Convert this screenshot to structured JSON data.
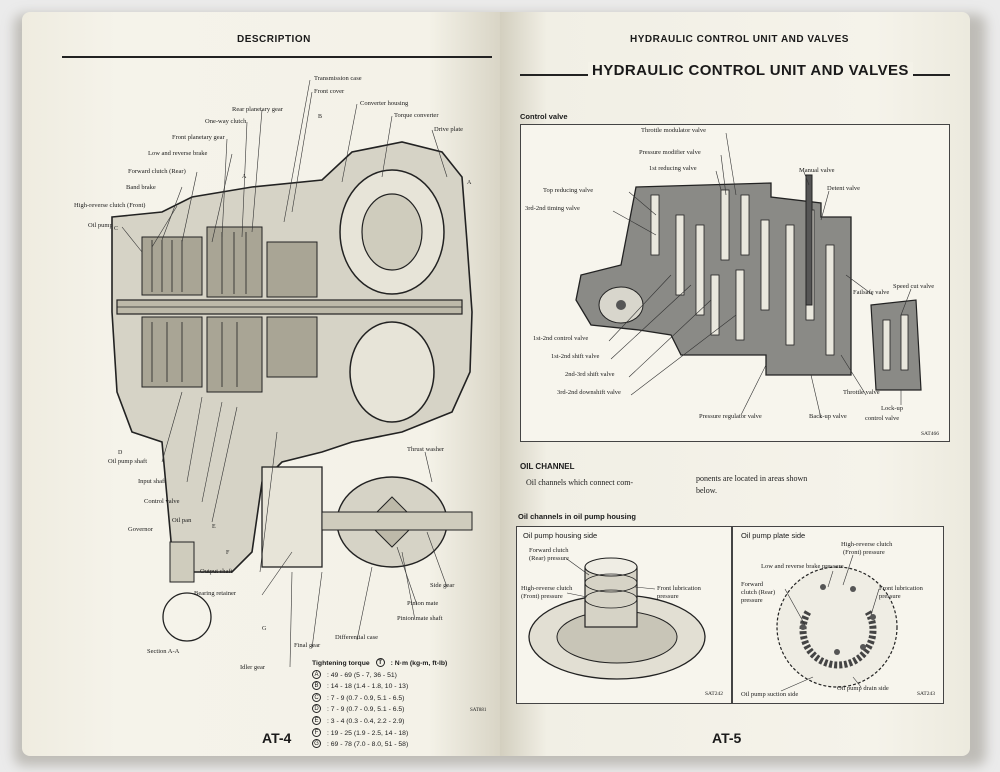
{
  "left_page": {
    "header": "DESCRIPTION",
    "page_number": "AT-4",
    "figure_code": "SAT881",
    "labels": {
      "transmission_case": "Transmission case",
      "front_cover": "Front cover",
      "converter_housing": "Converter housing",
      "torque_converter": "Torque converter",
      "drive_plate": "Drive plate",
      "rear_planetary_gear": "Rear planetary gear",
      "one_way_clutch": "One-way clutch",
      "front_planetary_gear": "Front planetary gear",
      "low_reverse_brake": "Low and reverse brake",
      "forward_clutch_rear": "Forward clutch (Rear)",
      "band_brake": "Band brake",
      "high_reverse_clutch_front": "High-reverse clutch (Front)",
      "oil_pump": "Oil pump",
      "oil_pump_shaft": "Oil pump shaft",
      "input_shaft": "Input shaft",
      "control_valve": "Control valve",
      "oil_pan": "Oil pan",
      "governor": "Governor",
      "output_shaft": "Output shaft",
      "bearing_retainer": "Bearing retainer",
      "section_aa": "Section A-A",
      "idler_gear": "Idler gear",
      "final_gear": "Final gear",
      "differential_case": "Differential case",
      "pinion_mate_shaft": "Pinion mate shaft",
      "pinion_mate": "Pinion mate",
      "side_gear": "Side gear",
      "thrust_washer": "Thrust washer"
    },
    "callouts": [
      "A",
      "B",
      "C",
      "D",
      "E",
      "F",
      "G",
      "A"
    ],
    "torque": {
      "heading": "Tightening torque",
      "unit_symbol": "T",
      "unit": ": N·m (kg-m, ft-lb)",
      "rows": [
        {
          "key": "A",
          "value": ":   49 - 69 (5 - 7, 36 - 51)"
        },
        {
          "key": "B",
          "value": ":   14 - 18 (1.4 - 1.8, 10 - 13)"
        },
        {
          "key": "C",
          "value": ":   7 - 9 (0.7 - 0.9, 5.1 - 6.5)"
        },
        {
          "key": "D",
          "value": ":   7 - 9 (0.7 - 0.9, 5.1 - 6.5)"
        },
        {
          "key": "E",
          "value": ":   3 - 4 (0.3 - 0.4, 2.2 - 2.9)"
        },
        {
          "key": "F",
          "value": ":   19 - 25 (1.9 - 2.5, 14 - 18)"
        },
        {
          "key": "G",
          "value": ":   69 - 78 (7.0 - 8.0, 51 - 58)"
        }
      ]
    }
  },
  "right_page": {
    "header": "HYDRAULIC CONTROL UNIT AND VALVES",
    "title": "HYDRAULIC CONTROL UNIT AND VALVES",
    "page_number": "AT-5",
    "control_valve_section": "Control valve",
    "valve_labels": {
      "throttle_modulator": "Throttle modulator valve",
      "pressure_modifier": "Pressure modifier valve",
      "first_reducing": "1st reducing valve",
      "manual": "Manual valve",
      "detent": "Detent valve",
      "top_reducing": "Top reducing valve",
      "timing_3_2": "3rd-2nd timing valve",
      "speed_cut": "Speed cut valve",
      "failsafe": "Failsafe valve",
      "control_1_2": "1st-2nd control valve",
      "shift_1_2": "1st-2nd shift valve",
      "shift_2_3": "2nd-3rd shift valve",
      "downshift_3_2": "3rd-2nd downshift valve",
      "throttle": "Throttle valve",
      "pressure_regulator": "Pressure regulator valve",
      "back_up": "Back-up valve",
      "lock_up_1": "Lock-up",
      "lock_up_2": "control valve"
    },
    "fig1_code": "SAT466",
    "oil_channel_heading": "OIL CHANNEL",
    "oil_channel_text_1": "Oil channels which connect com-",
    "oil_channel_text_2": "ponents are located in areas shown",
    "oil_channel_text_3": "below.",
    "oil_pump_heading": "Oil channels in oil pump housing",
    "housing_side": {
      "title": "Oil pump housing side",
      "forward_clutch_1": "Forward clutch",
      "forward_clutch_2": "(Rear) pressure",
      "high_reverse_1": "High-reverse clutch",
      "high_reverse_2": "(Front) pressure",
      "front_lube_1": "Front lubrication",
      "front_lube_2": "pressure",
      "code": "SAT242"
    },
    "plate_side": {
      "title": "Oil pump plate side",
      "high_reverse_1": "High-reverse clutch",
      "high_reverse_2": "(Front) pressure",
      "low_reverse": "Low and reverse brake pressure",
      "forward_1": "Forward",
      "forward_2": "clutch (Rear)",
      "forward_3": "pressure",
      "front_lube_1": "Front lubrication",
      "front_lube_2": "pressure",
      "suction": "Oil pump suction side",
      "drain": "Oil pump drain side",
      "code": "SAT243"
    }
  }
}
